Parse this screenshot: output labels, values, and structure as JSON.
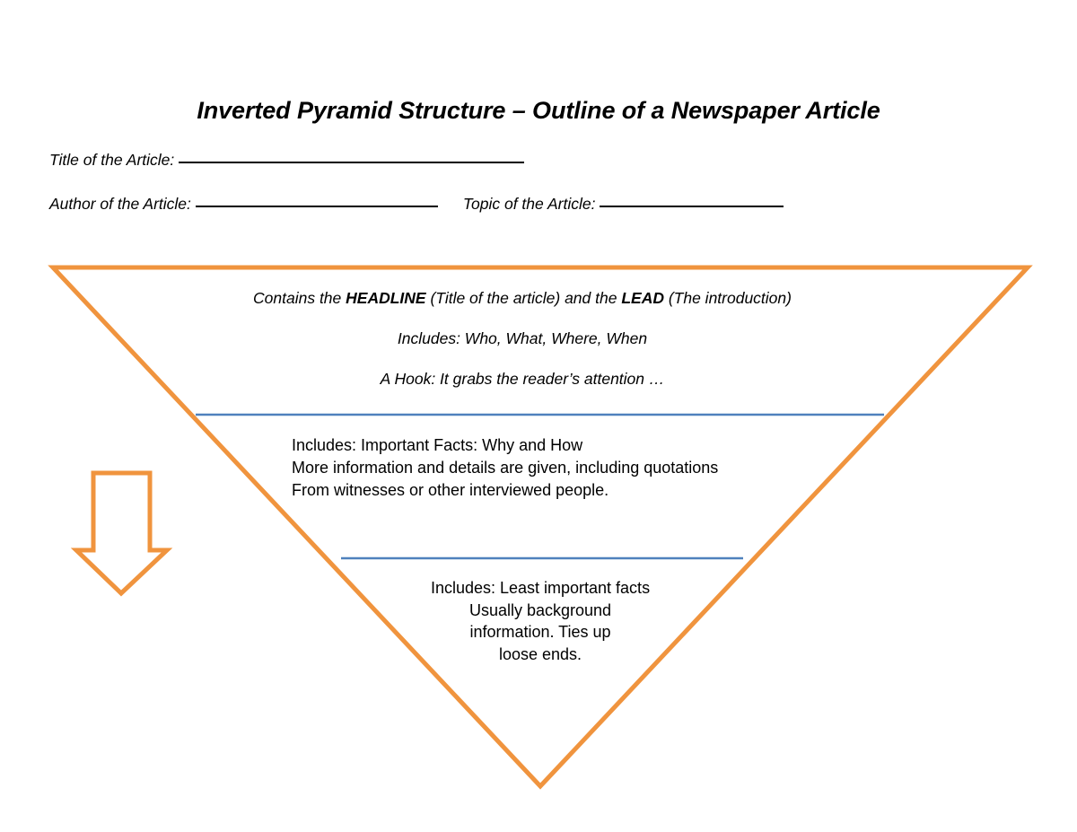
{
  "page": {
    "title": "Inverted Pyramid Structure – Outline of a Newspaper Article",
    "background_color": "#FFFFFF"
  },
  "colors": {
    "pyramid_outline": "#F0943E",
    "arrow_outline": "#F0943E",
    "divider_line": "#4F81BD",
    "text": "#000000"
  },
  "form_fields": {
    "title_label": "Title of the Article:",
    "title_value": "",
    "author_label": "Author of the Article:",
    "author_value": "",
    "topic_label": "Topic of the Article:",
    "topic_value": ""
  },
  "pyramid": {
    "top_section": {
      "line1_part1": "Contains the ",
      "line1_bold1": "HEADLINE",
      "line1_part2": " (Title of the article) and the ",
      "line1_bold2": "LEAD",
      "line1_part3": " (The introduction)",
      "line2": "Includes: Who, What, Where, When",
      "line3": "A Hook: It grabs the reader’s attention …"
    },
    "middle_section": {
      "line1": "Includes: Important Facts: Why and How",
      "line2": "More information and details are given, including quotations",
      "line3": "From witnesses or other interviewed people."
    },
    "bottom_section": {
      "line1": "Includes: Least important facts",
      "line2": "Usually background",
      "line3": "information. Ties up",
      "line4": "loose ends."
    }
  },
  "arrow": {
    "direction": "down",
    "semantic": "down-arrow-icon"
  }
}
